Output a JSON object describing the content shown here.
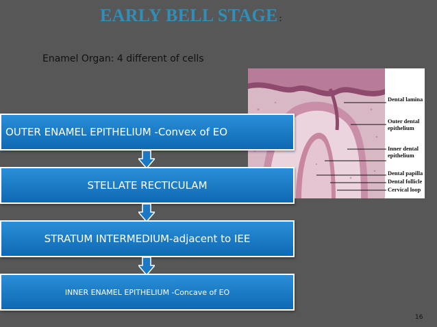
{
  "slide": {
    "title": "EARLY BELL STAGE",
    "title_punct": ":",
    "subtitle": "Enamel Organ: 4 different of cells",
    "page_number": "16"
  },
  "steps": [
    {
      "label": "OUTER ENAMEL EPITHELIUM -Convex of EO"
    },
    {
      "label": "STELLATE RECTICULAM"
    },
    {
      "label": "STRATUM INTERMEDIUM-adjacent to IEE"
    },
    {
      "label": "INNER ENAMEL EPITHELIUM -Concave of EO"
    }
  ],
  "figure": {
    "labels": {
      "dental_lamina": "Dental lamina",
      "outer_dental": "Outer dental",
      "outer_epithelium": "epithelium",
      "inner_dental": "Inner dental",
      "inner_epithelium": "epithelium",
      "dental_papilla": "Dental papilla",
      "dental_follicle": "Dental follicle",
      "cervical_loop": "Cervical loop"
    }
  },
  "colors": {
    "background": "#575757",
    "title": "#2f8fb8",
    "box_top": "#2a8fd8",
    "box_bottom": "#0f68b3"
  }
}
